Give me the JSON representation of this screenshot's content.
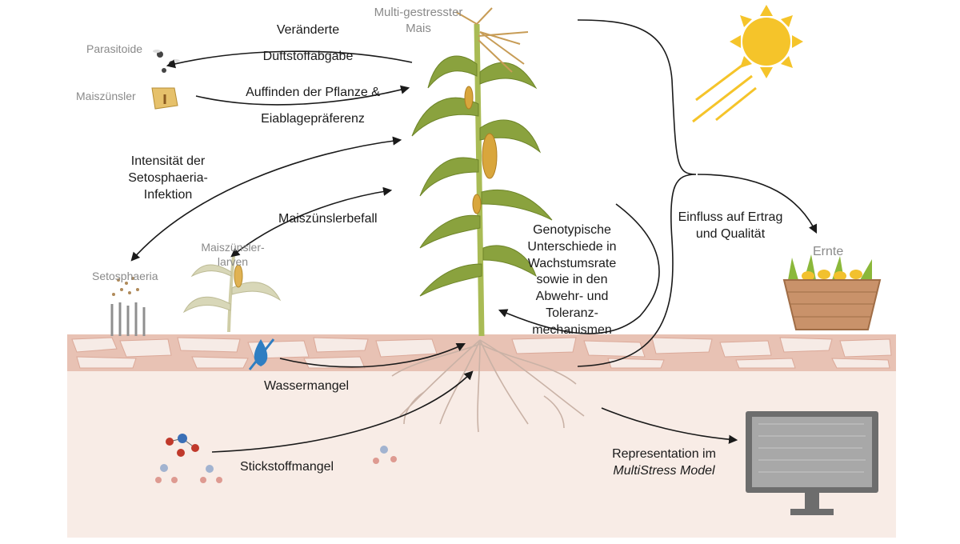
{
  "labels": {
    "main_plant": [
      "Multi-gestresster",
      "Mais"
    ],
    "parasitoide": "Parasitoide",
    "maiszuensler": "Maiszünsler",
    "duftstoff": [
      "Veränderte",
      "Duftstoffabgabe"
    ],
    "auffinden": [
      "Auffinden der Pflanze &",
      "Eiablagepräferenz"
    ],
    "setosphaeria_infektion": [
      "Intensität der",
      "Setosphaeria-",
      "Infektion"
    ],
    "maiszuenslerbefall": "Maiszünslerbefall",
    "larven": [
      "Maiszünsler-",
      "larven"
    ],
    "setosphaeria": "Setosphaeria",
    "genotyp": [
      "Genotypische",
      "Unterschiede in",
      "Wachstumsrate",
      "sowie in den",
      "Abwehr- und",
      "Toleranz-",
      "mechanismen"
    ],
    "einfluss": [
      "Einfluss auf Ertrag",
      "und Qualität"
    ],
    "ernte": "Ernte",
    "wassermangel": "Wassermangel",
    "stickstoffmangel": "Stickstoffmangel",
    "representation": "Representation im",
    "model": "MultiStress Model"
  },
  "colors": {
    "soil_band": "#e8c2b4",
    "soil_stone": "#f6ebe6",
    "soil_ground": "#f8ece6",
    "sun": "#f5c42a",
    "stem": "#a9bb55",
    "leaf": "#8aa23e",
    "arrow": "#1a1a1a",
    "water": "#2f7ec2",
    "monitor": "#6d6d6d"
  }
}
